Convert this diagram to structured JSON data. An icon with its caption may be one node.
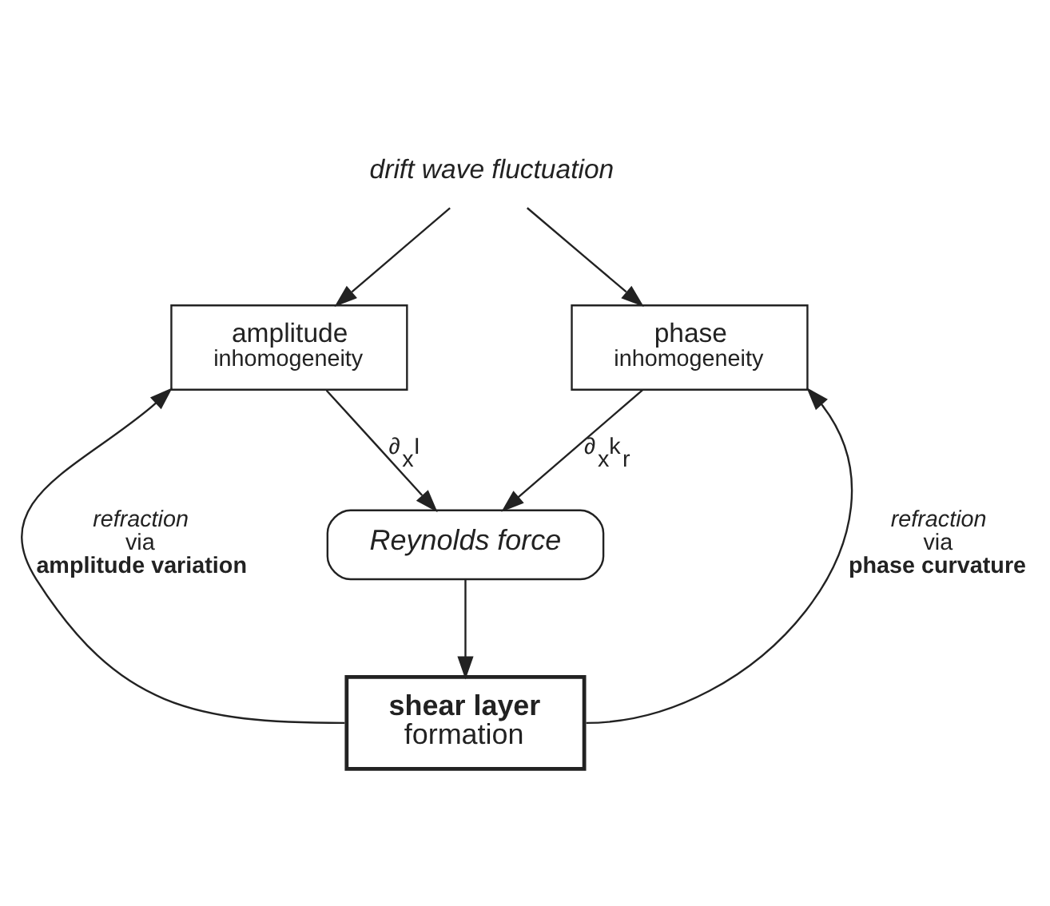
{
  "diagram": {
    "nodes": [
      {
        "text": [
          "drift wave fluctuation"
        ]
      },
      {
        "text": [
          "amplitude",
          "inhomogeneity"
        ]
      },
      {
        "text": [
          "phase",
          "inhomogeneity"
        ]
      },
      {
        "text": [
          "Reynolds force"
        ]
      },
      {
        "text": [
          "shear layer",
          "formation"
        ]
      }
    ],
    "edges": [
      {
        "from": 0,
        "to": 1,
        "arrow": "to"
      },
      {
        "from": 0,
        "to": 2,
        "arrow": "to"
      },
      {
        "from": 1,
        "to": 3,
        "arrow": "to",
        "label": "∂$_{x}$I"
      },
      {
        "from": 2,
        "to": 3,
        "arrow": "to",
        "label": "∂$_{x}$k$_{r}$"
      },
      {
        "from": 3,
        "to": 4,
        "arrow": "to"
      },
      {
        "from": 4,
        "to": 1,
        "arrow": "to",
        "label": "*refraction* via **amplitude variation**"
      },
      {
        "from": 4,
        "to": 2,
        "arrow": "to",
        "label": "*refraction* via **phase curvature**"
      }
    ]
  }
}
